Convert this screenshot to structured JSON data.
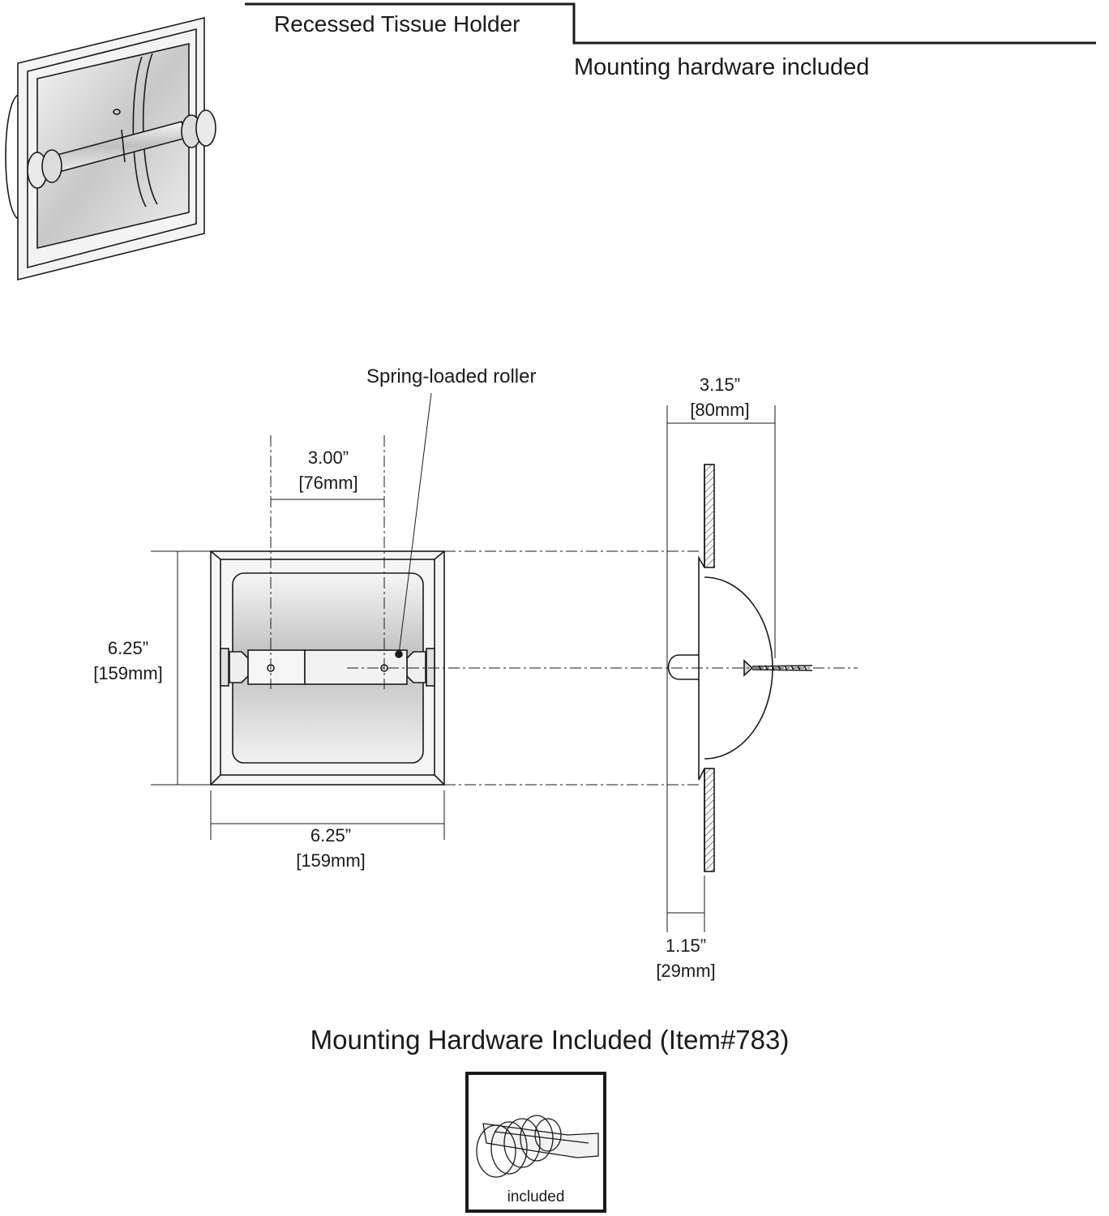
{
  "header": {
    "title": "Recessed Tissue Holder",
    "subtitle": "Mounting hardware included"
  },
  "front_view": {
    "roller_callout": "Spring-loaded roller",
    "roller_spacing": {
      "inches": "3.00”",
      "mm": "[76mm]"
    },
    "height": {
      "inches": "6.25”",
      "mm": "[159mm]"
    },
    "width": {
      "inches": "6.25”",
      "mm": "[159mm]"
    }
  },
  "side_view": {
    "depth": {
      "inches": "3.15”",
      "mm": "[80mm]"
    },
    "flange_offset": {
      "inches": "1.15”",
      "mm": "[29mm]"
    }
  },
  "hardware": {
    "title": "Mounting Hardware Included (Item#783)",
    "caption": "included"
  },
  "colors": {
    "line": "#1a1a1a",
    "fill_light": "#e4e4e4",
    "fill_mid": "#bdbdbd"
  }
}
